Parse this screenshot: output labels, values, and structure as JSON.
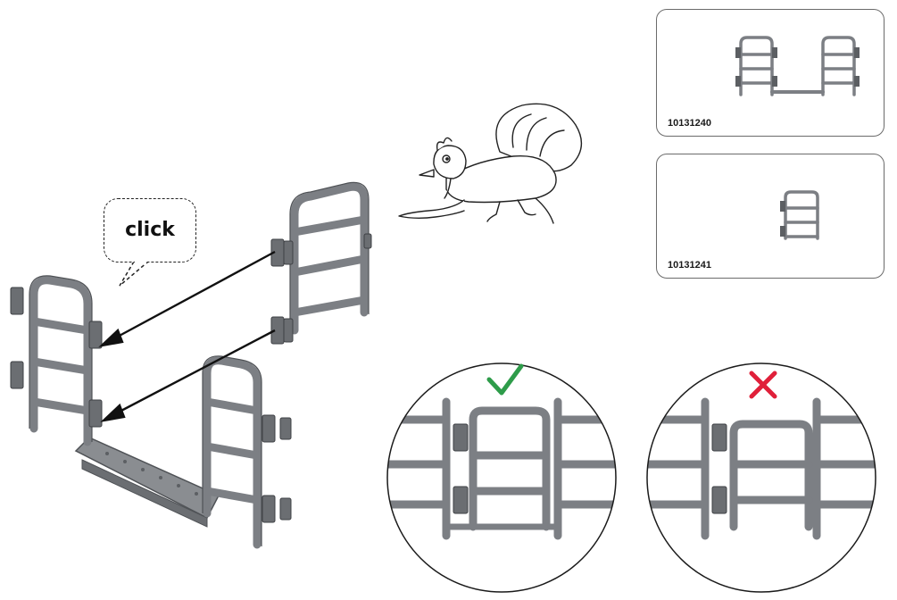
{
  "bubble": {
    "text": "click"
  },
  "parts": [
    {
      "code": "10131240",
      "icon": "gate-with-step-icon"
    },
    {
      "code": "10131241",
      "icon": "gate-icon"
    }
  ],
  "comparison": {
    "correct": {
      "icon": "check-icon",
      "color": "#2e9c4a"
    },
    "wrong": {
      "icon": "cross-icon",
      "color": "#e0203a"
    }
  },
  "colors": {
    "part": "#7c7f84",
    "part_dark": "#4f5256",
    "outline": "#1a1a1a"
  }
}
